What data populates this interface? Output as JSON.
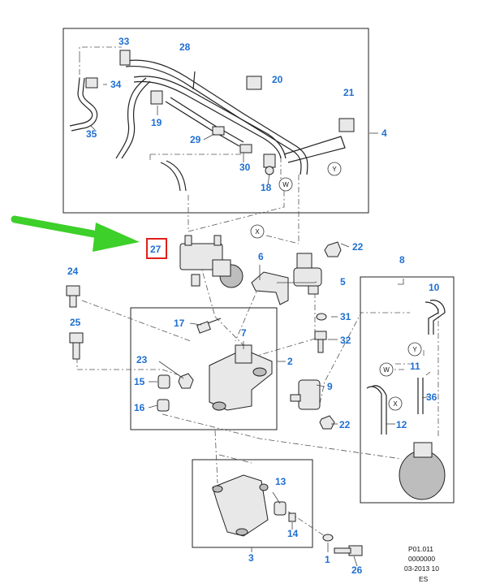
{
  "callouts": {
    "n1": "1",
    "n2": "2",
    "n3": "3",
    "n4": "4",
    "n5": "5",
    "n6": "6",
    "n7": "7",
    "n8": "8",
    "n9": "9",
    "n10": "10",
    "n11": "11",
    "n12": "12",
    "n13": "13",
    "n14": "14",
    "n15": "15",
    "n16": "16",
    "n17": "17",
    "n18": "18",
    "n19": "19",
    "n20": "20",
    "n21": "21",
    "n22a": "22",
    "n22b": "22",
    "n23": "23",
    "n24": "24",
    "n25": "25",
    "n26": "26",
    "n27": "27",
    "n28": "28",
    "n29": "29",
    "n30": "30",
    "n31": "31",
    "n32": "32",
    "n33": "33",
    "n34": "34",
    "n35": "35",
    "n36": "36"
  },
  "refs": {
    "W1": "W",
    "W2": "W",
    "X1": "X",
    "X2": "X",
    "Y1": "Y",
    "Y2": "Y"
  },
  "footer": {
    "line1": "P01.011",
    "line2": "0000000",
    "line3": "03-2013 10",
    "line4": "ES"
  },
  "colors": {
    "callout": "#1f6fd1",
    "highlight_box": "#e0201a",
    "arrow": "#3dcf2a"
  }
}
